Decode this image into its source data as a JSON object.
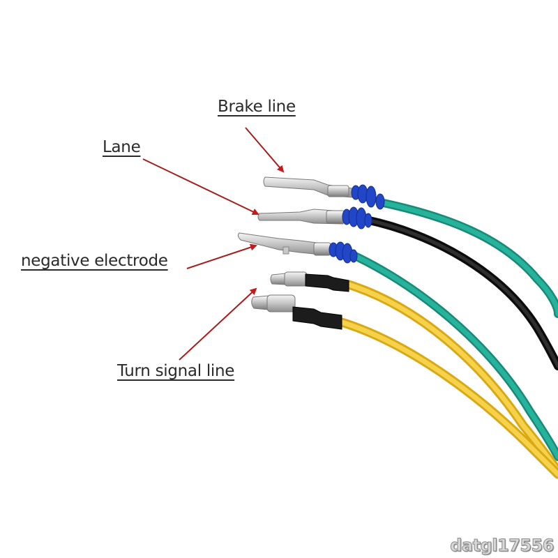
{
  "labels": {
    "brake_line": "Brake line",
    "lane": "Lane",
    "negative_electrode": "negative electrode",
    "turn_signal_line": "Turn signal line"
  },
  "watermark": "datgl17556",
  "colors": {
    "teal_wire": "#1fa08c",
    "black_wire": "#1a1a1a",
    "yellow_wire": "#f2c830",
    "blue_seal": "#2147c8",
    "arrow_red": "#b01818",
    "label_text": "#2a2a2a"
  }
}
